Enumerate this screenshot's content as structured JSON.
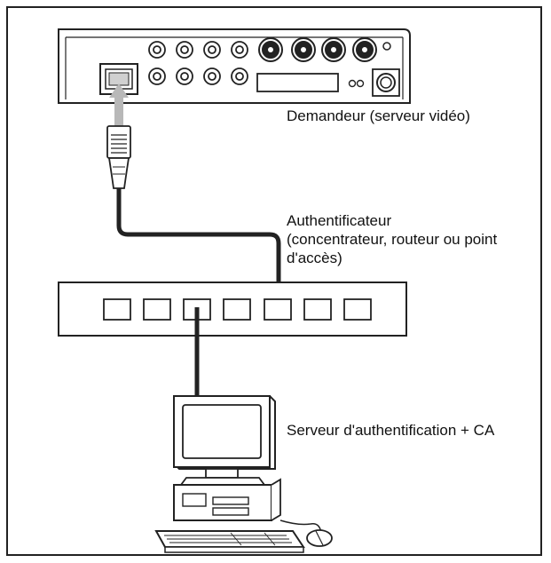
{
  "labels": {
    "supplicant": "Demandeur (serveur vidéo)",
    "authenticator": "Authentificateur\n(concentrateur, routeur ou point\nd'accès)",
    "auth_server": "Serveur d'authentification + CA"
  },
  "icons": {
    "video_server": "video-server-icon",
    "ethernet_plug": "rj45-plug-icon",
    "hub": "network-hub-icon",
    "computer": "desktop-computer-icon"
  },
  "colors": {
    "stroke": "#222222",
    "plug_gray": "#b8b8b8",
    "fill": "#ffffff"
  }
}
